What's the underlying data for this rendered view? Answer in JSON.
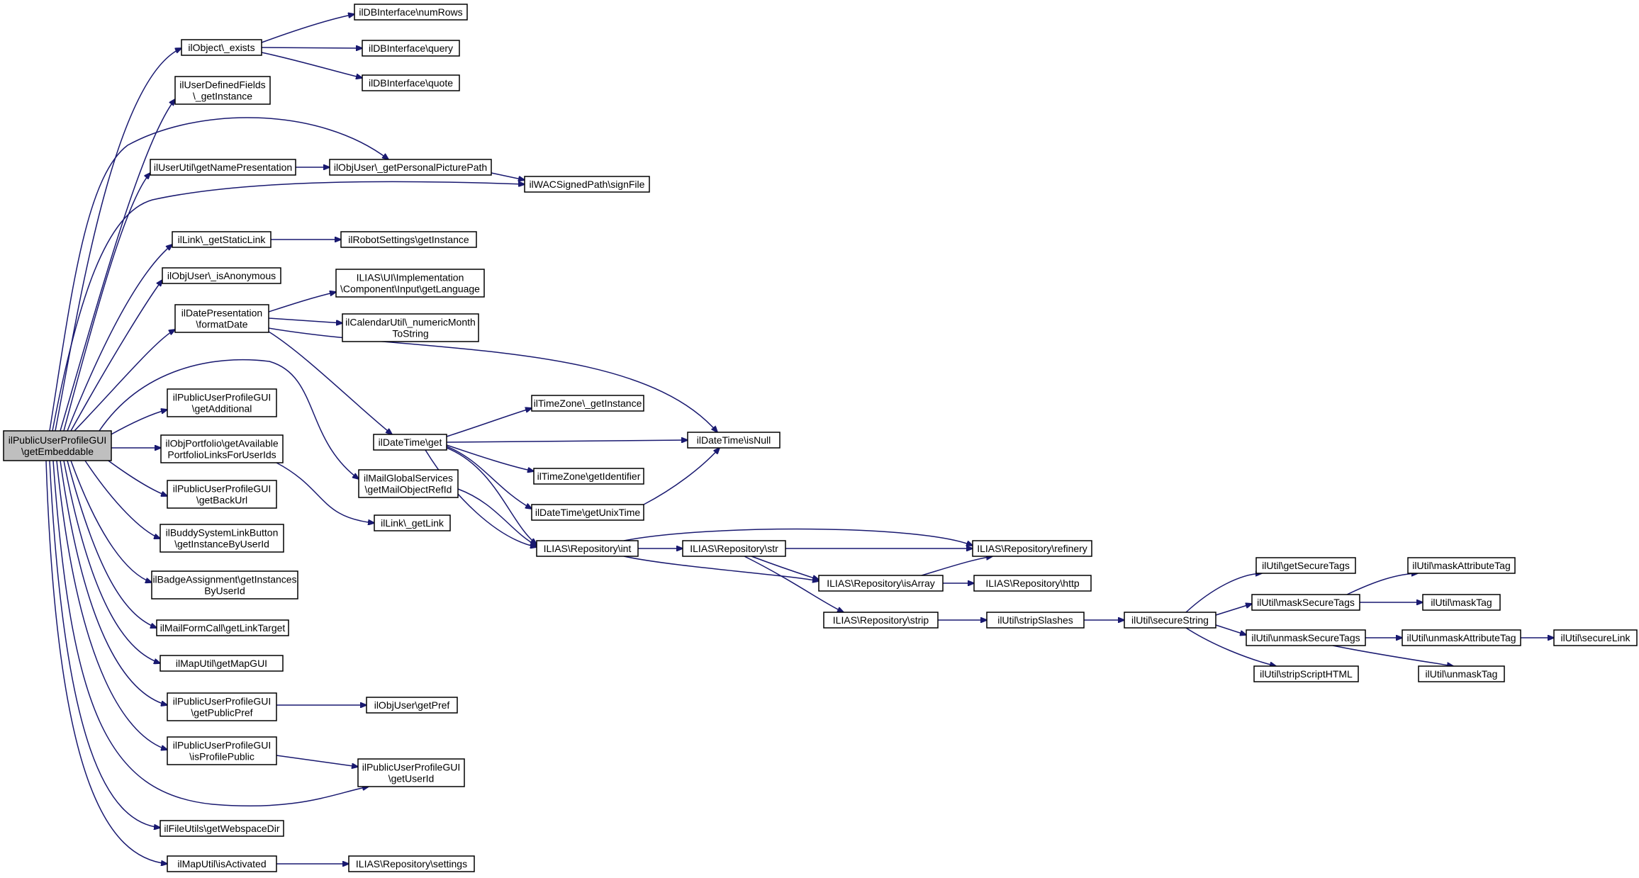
{
  "colors": {
    "edge": "#191970",
    "root_fill": "#bfbfbf",
    "node_fill": "#ffffff",
    "node_border": "#000000"
  },
  "nodes": [
    {
      "id": "root",
      "label": [
        "ilPublicUserProfileGUI",
        "\\getEmbeddable"
      ],
      "root": true
    },
    {
      "id": "obj_exists",
      "label": [
        "ilObject\\_exists"
      ]
    },
    {
      "id": "db_numrows",
      "label": [
        "ilDBInterface\\numRows"
      ]
    },
    {
      "id": "db_query",
      "label": [
        "ilDBInterface\\query"
      ]
    },
    {
      "id": "db_quote",
      "label": [
        "ilDBInterface\\quote"
      ]
    },
    {
      "id": "udf_getinstance",
      "label": [
        "ilUserDefinedFields",
        "\\_getInstance"
      ]
    },
    {
      "id": "userutil_getname",
      "label": [
        "ilUserUtil\\getNamePresentation"
      ]
    },
    {
      "id": "objuser_getpicpath",
      "label": [
        "ilObjUser\\_getPersonalPicturePath"
      ]
    },
    {
      "id": "wac_signfile",
      "label": [
        "ilWACSignedPath\\signFile"
      ]
    },
    {
      "id": "link_getstatic",
      "label": [
        "ilLink\\_getStaticLink"
      ]
    },
    {
      "id": "robot_getinstance",
      "label": [
        "ilRobotSettings\\getInstance"
      ]
    },
    {
      "id": "objuser_isanon",
      "label": [
        "ilObjUser\\_isAnonymous"
      ]
    },
    {
      "id": "datepres_format",
      "label": [
        "ilDatePresentation",
        "\\formatDate"
      ]
    },
    {
      "id": "ui_getlanguage",
      "label": [
        "ILIAS\\UI\\Implementation",
        "\\Component\\Input\\getLanguage"
      ]
    },
    {
      "id": "cal_nummonth",
      "label": [
        "ilCalendarUtil\\_numericMonth",
        "ToString"
      ]
    },
    {
      "id": "pup_getadditional",
      "label": [
        "ilPublicUserProfileGUI",
        "\\getAdditional"
      ]
    },
    {
      "id": "datetime_get",
      "label": [
        "ilDateTime\\get"
      ]
    },
    {
      "id": "tz_getinstance",
      "label": [
        "ilTimeZone\\_getInstance"
      ]
    },
    {
      "id": "datetime_isnull",
      "label": [
        "ilDateTime\\isNull"
      ]
    },
    {
      "id": "portfolio_getlinks",
      "label": [
        "ilObjPortfolio\\getAvailable",
        "PortfolioLinksForUserIds"
      ]
    },
    {
      "id": "mail_getrefid",
      "label": [
        "ilMailGlobalServices",
        "\\getMailObjectRefId"
      ]
    },
    {
      "id": "tz_getidentifier",
      "label": [
        "ilTimeZone\\getIdentifier"
      ]
    },
    {
      "id": "pup_getbackurl",
      "label": [
        "ilPublicUserProfileGUI",
        "\\getBackUrl"
      ]
    },
    {
      "id": "datetime_getunix",
      "label": [
        "ilDateTime\\getUnixTime"
      ]
    },
    {
      "id": "link_getlink",
      "label": [
        "ilLink\\_getLink"
      ]
    },
    {
      "id": "buddy_getinstance",
      "label": [
        "ilBuddySystemLinkButton",
        "\\getInstanceByUserId"
      ]
    },
    {
      "id": "repo_int",
      "label": [
        "ILIAS\\Repository\\int"
      ]
    },
    {
      "id": "repo_str",
      "label": [
        "ILIAS\\Repository\\str"
      ]
    },
    {
      "id": "repo_refinery",
      "label": [
        "ILIAS\\Repository\\refinery"
      ]
    },
    {
      "id": "badge_getinstances",
      "label": [
        "ilBadgeAssignment\\getInstances",
        "ByUserId"
      ]
    },
    {
      "id": "repo_isarray",
      "label": [
        "ILIAS\\Repository\\isArray"
      ]
    },
    {
      "id": "repo_http",
      "label": [
        "ILIAS\\Repository\\http"
      ]
    },
    {
      "id": "util_getsecuretags",
      "label": [
        "ilUtil\\getSecureTags"
      ]
    },
    {
      "id": "util_maskattrtag",
      "label": [
        "ilUtil\\maskAttributeTag"
      ]
    },
    {
      "id": "util_masksecuretags",
      "label": [
        "ilUtil\\maskSecureTags"
      ]
    },
    {
      "id": "util_masktag",
      "label": [
        "ilUtil\\maskTag"
      ]
    },
    {
      "id": "repo_strip",
      "label": [
        "ILIAS\\Repository\\strip"
      ]
    },
    {
      "id": "util_stripslashes",
      "label": [
        "ilUtil\\stripSlashes"
      ]
    },
    {
      "id": "util_securestring",
      "label": [
        "ilUtil\\secureString"
      ]
    },
    {
      "id": "mailform_getlink",
      "label": [
        "ilMailFormCall\\getLinkTarget"
      ]
    },
    {
      "id": "util_unmasksecuretags",
      "label": [
        "ilUtil\\unmaskSecureTags"
      ]
    },
    {
      "id": "util_unmaskattrtag",
      "label": [
        "ilUtil\\unmaskAttributeTag"
      ]
    },
    {
      "id": "util_securelink",
      "label": [
        "ilUtil\\secureLink"
      ]
    },
    {
      "id": "maputil_getgui",
      "label": [
        "ilMapUtil\\getMapGUI"
      ]
    },
    {
      "id": "util_stripscript",
      "label": [
        "ilUtil\\stripScriptHTML"
      ]
    },
    {
      "id": "util_unmasktag",
      "label": [
        "ilUtil\\unmaskTag"
      ]
    },
    {
      "id": "pup_getpublicpref",
      "label": [
        "ilPublicUserProfileGUI",
        "\\getPublicPref"
      ]
    },
    {
      "id": "objuser_getpref",
      "label": [
        "ilObjUser\\getPref"
      ]
    },
    {
      "id": "pup_isprofilepublic",
      "label": [
        "ilPublicUserProfileGUI",
        "\\isProfilePublic"
      ]
    },
    {
      "id": "pup_getuserid",
      "label": [
        "ilPublicUserProfileGUI",
        "\\getUserId"
      ]
    },
    {
      "id": "fileutils_getwebspace",
      "label": [
        "ilFileUtils\\getWebspaceDir"
      ]
    },
    {
      "id": "maputil_isactivated",
      "label": [
        "ilMapUtil\\isActivated"
      ]
    },
    {
      "id": "repo_settings",
      "label": [
        "ILIAS\\Repository\\settings"
      ]
    }
  ]
}
